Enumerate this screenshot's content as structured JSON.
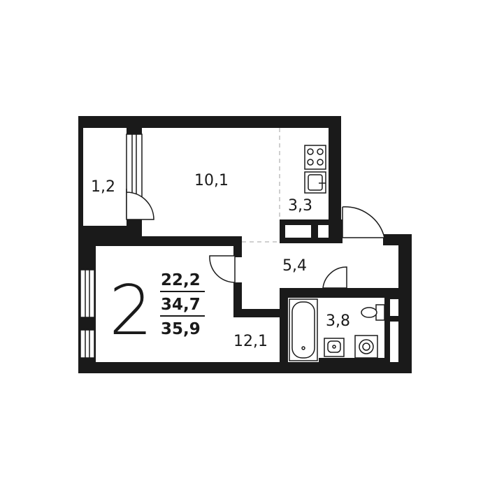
{
  "plan": {
    "room_count": "2",
    "areas": {
      "living": "22,2",
      "total": "34,7",
      "total_with_balcony": "35,9"
    },
    "rooms": {
      "balcony": "1,2",
      "room_top": "10,1",
      "kitchen": "3,3",
      "hall": "5,4",
      "bathroom": "3,8",
      "room_bottom": "12,1"
    },
    "colors": {
      "wall": "#1a1a1a",
      "background": "#ffffff",
      "dashed_line": "#b5b5b5"
    }
  }
}
